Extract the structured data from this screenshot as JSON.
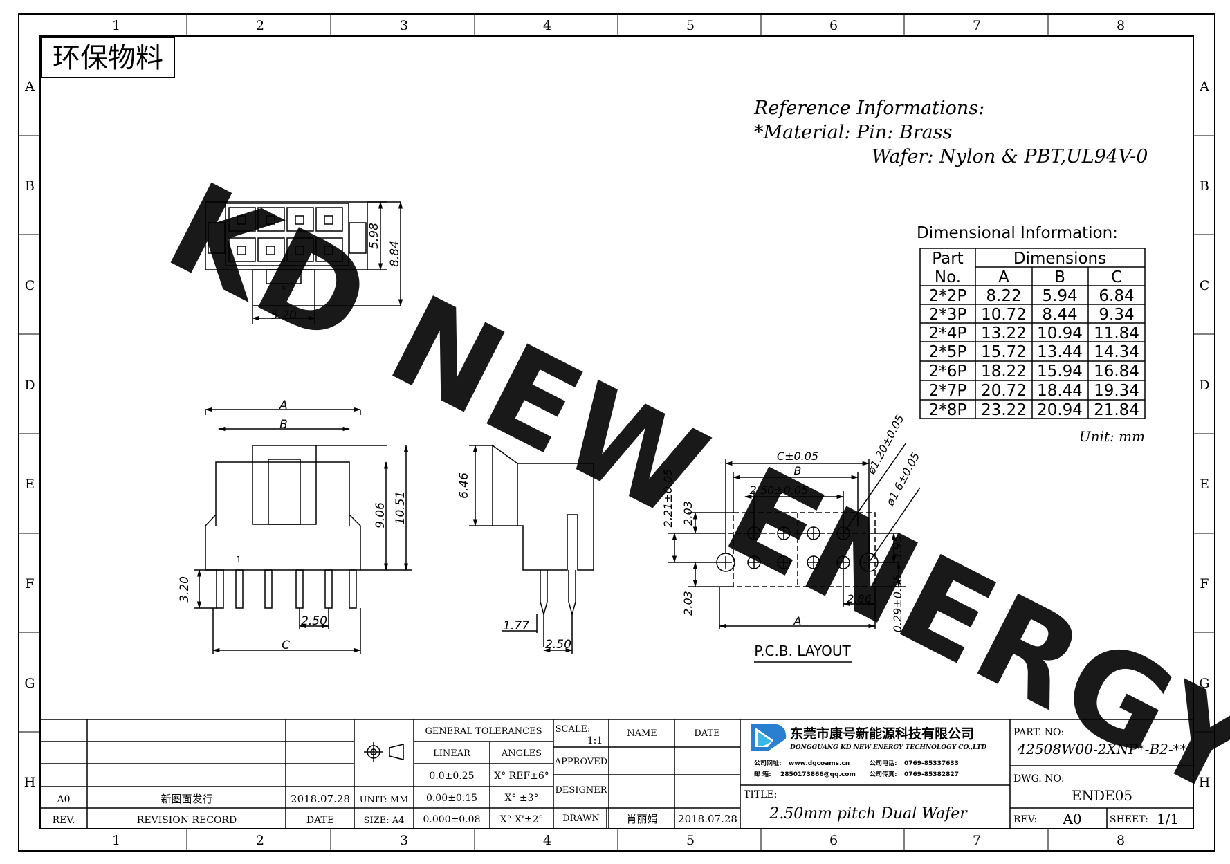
{
  "drawing": {
    "col_labels": [
      "1",
      "2",
      "3",
      "4",
      "5",
      "6",
      "7",
      "8"
    ],
    "row_labels": [
      "A",
      "B",
      "C",
      "D",
      "E",
      "F",
      "G",
      "H"
    ],
    "eco_tag": "环保物料",
    "watermark": "KD NEW ENERGY",
    "reference": {
      "title": "Reference Informations:",
      "material": "*Material: Pin: Brass",
      "wafer": "Wafer: Nylon & PBT,UL94V-0"
    },
    "dim_info": {
      "title": "Dimensional Information:",
      "headers": {
        "part": "Part",
        "no": "No.",
        "dimensions": "Dimensions",
        "a": "A",
        "b": "B",
        "c": "C"
      },
      "rows": [
        {
          "part": "2*2P",
          "a": "8.22",
          "b": "5.94",
          "c": "6.84"
        },
        {
          "part": "2*3P",
          "a": "10.72",
          "b": "8.44",
          "c": "9.34"
        },
        {
          "part": "2*4P",
          "a": "13.22",
          "b": "10.94",
          "c": "11.84"
        },
        {
          "part": "2*5P",
          "a": "15.72",
          "b": "13.44",
          "c": "14.34"
        },
        {
          "part": "2*6P",
          "a": "18.22",
          "b": "15.94",
          "c": "16.84"
        },
        {
          "part": "2*7P",
          "a": "20.72",
          "b": "18.44",
          "c": "19.34"
        },
        {
          "part": "2*8P",
          "a": "23.22",
          "b": "20.94",
          "c": "21.84"
        }
      ],
      "unit": "Unit: mm"
    },
    "dims": {
      "top_h1": "5.98",
      "top_h2": "8.84",
      "top_w": "5.20",
      "top_x": "x",
      "front_a": "A",
      "front_b": "B",
      "front_c": "C",
      "front_h1": "9.06",
      "front_h2": "10.51",
      "front_pin": "3.20",
      "front_pitch": "2.50",
      "front_pin1": "1",
      "side_h": "6.46",
      "side_p1": "1.77",
      "side_p2": "2.50",
      "pcb_c": "C±0.05",
      "pcb_b": "B",
      "pcb_pitch": "2.50±0.05",
      "pcb_d1": "ø1.20±0.05",
      "pcb_d2": "ø1.6±0.05",
      "pcb_v1": "2.21±0.05",
      "pcb_v2": "2.03",
      "pcb_v3": "2.03",
      "pcb_v4": "3.95",
      "pcb_v5": "0.29±0.05",
      "pcb_h": "2.86",
      "pcb_a": "A",
      "pcb_title": "P.C.B. LAYOUT"
    },
    "title_block": {
      "rev_a0": "A0",
      "rev_text": "新图面发行",
      "rev_date": "2018.07.28",
      "hdr_rev": "REV.",
      "hdr_record": "REVISION RECORD",
      "hdr_date": "DATE",
      "unit": "UNIT: MM",
      "size": "SIZE: A4",
      "gen_tol": "GENERAL TOLERANCES",
      "linear": "LINEAR",
      "angles": "ANGLES",
      "lin1": "0.0±0.25",
      "lin2": "0.00±0.15",
      "lin3": "0.000±0.08",
      "ang1": "X° REF±6°",
      "ang2": "X° ±3°",
      "ang3": "X° X'±2°",
      "scale_label": "SCALE:",
      "scale_value": "1:1",
      "name": "NAME",
      "date": "DATE",
      "approved": "APPROVED",
      "designer": "DESIGNER",
      "drawn": "DRAWN",
      "drawn_name": "肖丽娟",
      "drawn_date": "2018.07.28",
      "company_cn": "东莞市康号新能源科技有限公司",
      "company_en": "DONGGUANG KD NEW ENERGY TECHNOLOGY CO.,LTD",
      "web_label": "公司网址:",
      "web": "www.dgcoams.cn",
      "tel_label": "公司电话:",
      "tel": "0769-85337633",
      "mail_label": "邮  箱:",
      "mail": "2850173866@qq.com",
      "fax_label": "公司传真:",
      "fax": "0769-85382827",
      "title_label": "TITLE:",
      "title": "2.50mm pitch Dual Wafer",
      "part_label": "PART. NO:",
      "part_no": "42508W00-2XNP*-B2-**",
      "dwg_label": "DWG. NO:",
      "dwg_no": "ENDE05",
      "rev_label": "REV:",
      "rev_value": "A0",
      "sheet_label": "SHEET:",
      "sheet_value": "1/1"
    }
  }
}
